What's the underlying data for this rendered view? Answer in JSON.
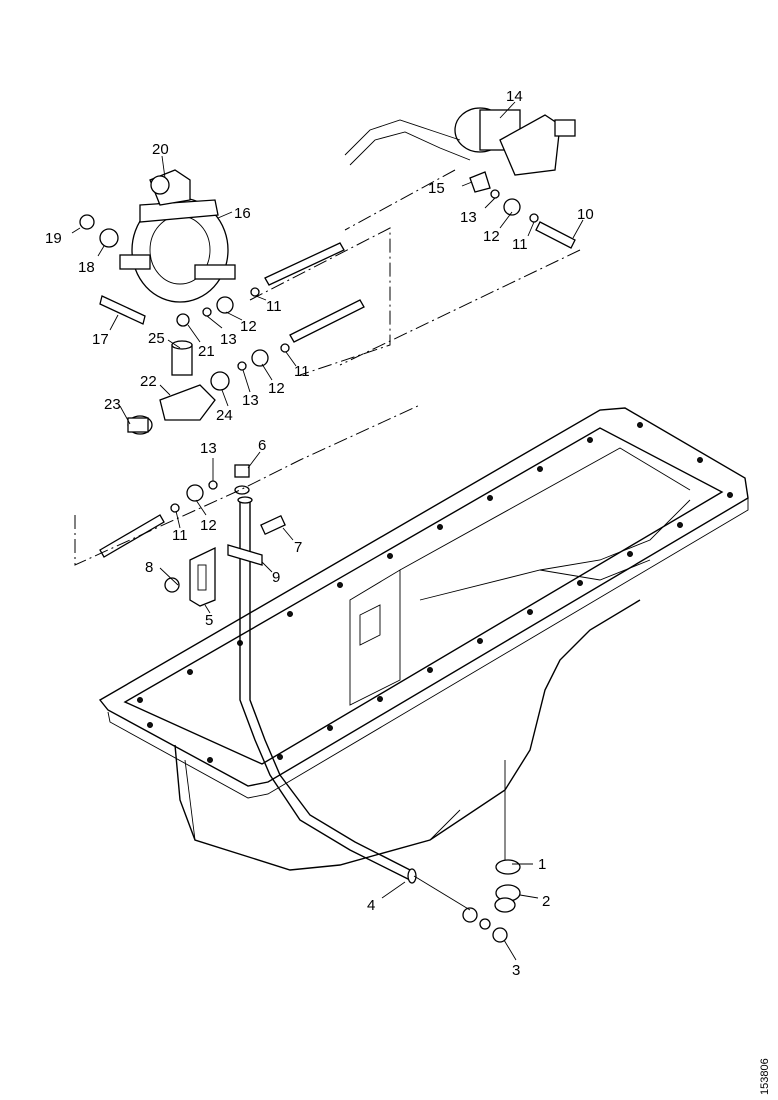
{
  "callouts": [
    {
      "id": "1",
      "text": "1"
    },
    {
      "id": "2",
      "text": "2"
    },
    {
      "id": "3",
      "text": "3"
    },
    {
      "id": "4",
      "text": "4"
    },
    {
      "id": "5",
      "text": "5"
    },
    {
      "id": "6",
      "text": "6"
    },
    {
      "id": "7",
      "text": "7"
    },
    {
      "id": "8",
      "text": "8"
    },
    {
      "id": "9",
      "text": "9"
    },
    {
      "id": "10",
      "text": "10"
    },
    {
      "id": "11a",
      "text": "11"
    },
    {
      "id": "11b",
      "text": "11"
    },
    {
      "id": "11c",
      "text": "11"
    },
    {
      "id": "11d",
      "text": "11"
    },
    {
      "id": "12a",
      "text": "12"
    },
    {
      "id": "12b",
      "text": "12"
    },
    {
      "id": "12c",
      "text": "12"
    },
    {
      "id": "12d",
      "text": "12"
    },
    {
      "id": "13a",
      "text": "13"
    },
    {
      "id": "13b",
      "text": "13"
    },
    {
      "id": "13c",
      "text": "13"
    },
    {
      "id": "13d",
      "text": "13"
    },
    {
      "id": "14",
      "text": "14"
    },
    {
      "id": "15",
      "text": "15"
    },
    {
      "id": "16",
      "text": "16"
    },
    {
      "id": "17",
      "text": "17"
    },
    {
      "id": "18",
      "text": "18"
    },
    {
      "id": "19",
      "text": "19"
    },
    {
      "id": "20",
      "text": "20"
    },
    {
      "id": "21",
      "text": "21"
    },
    {
      "id": "22",
      "text": "22"
    },
    {
      "id": "23",
      "text": "23"
    },
    {
      "id": "24",
      "text": "24"
    },
    {
      "id": "25",
      "text": "25"
    }
  ],
  "document_id": "153806"
}
